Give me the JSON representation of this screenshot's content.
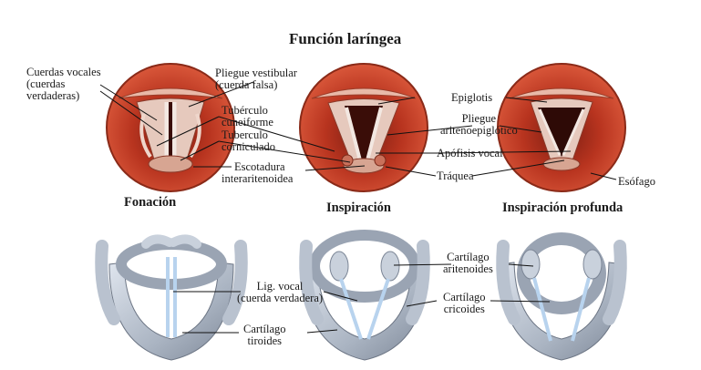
{
  "title": "Función laríngea",
  "phases": [
    {
      "label": "Fonación"
    },
    {
      "label": "Inspiración"
    },
    {
      "label": "Inspiración profunda"
    }
  ],
  "labels": {
    "cuerdas_vocales": [
      "Cuerdas vocales",
      "(cuerdas",
      "verdaderas)"
    ],
    "pliegue_vestibular": [
      "Pliegue vestibular",
      "(cuerda falsa)"
    ],
    "tuberculo_cuneiforme": [
      "Tubérculo",
      "cuneiforme"
    ],
    "tuberculo_corniculado": [
      "Tuberculo",
      "corniculado"
    ],
    "escotadura": [
      "Escotadura",
      "interaritenoidea"
    ],
    "epiglotis": "Epiglotis",
    "pliegue_ariteno": [
      "Pliegue",
      "aritenoepiglótico"
    ],
    "apofisis_vocal": "Apófisis vocal",
    "traquea": "Tráquea",
    "esofago": "Esófago",
    "lig_vocal": [
      "Lig. vocal",
      "(cuerda verdadera)"
    ],
    "cartilago_tiroides": [
      "Cartílago",
      "tiroides"
    ],
    "cartilago_aritenoides": [
      "Cartílago",
      "aritenoides"
    ],
    "cartilago_cricoides": [
      "Cartílago",
      "cricoides"
    ]
  },
  "colors": {
    "tissue": "#c8432b",
    "tissue_dark": "#7a1d12",
    "cartilage": "#b9c2cf",
    "cartilage_dark": "#7d8797",
    "ligament": "#b8d3ee"
  }
}
